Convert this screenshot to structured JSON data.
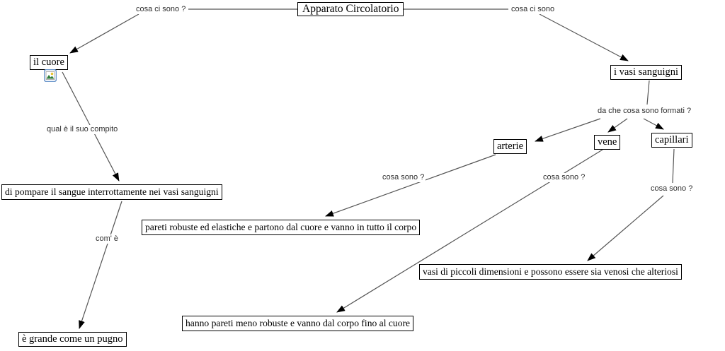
{
  "map_title": "Apparato Circolatorio",
  "nodes": {
    "apparato": "Apparato Circolatorio",
    "cuore": "il cuore",
    "vasi": "i vasi sanguigni",
    "arterie": "arterie",
    "vene": "vene",
    "capillari": "capillari",
    "compito": "di pompare il sangue interrottamente nei vasi sanguigni",
    "arterie_desc": "pareti robuste ed elastiche e partono dal cuore e vanno in tutto il corpo",
    "capillari_desc": "vasi di piccoli dimensioni e possono essere sia venosi che alteriosi",
    "vene_desc": "hanno pareti meno robuste e vanno dal corpo fino al cuore",
    "pugno": "è grande come un pugno"
  },
  "links": {
    "cosa_ci_sono_sx": "cosa ci sono ?",
    "cosa_ci_sono_dx": "cosa ci sono",
    "qual_compito": "qual è il suo compito",
    "formati": "da che cosa sono formati ?",
    "cosa_sono_arterie": "cosa sono ?",
    "cosa_sono_vene": "cosa sono ?",
    "cosa_sono_capillari": "cosa sono ?",
    "com_e": "com' è"
  },
  "icons": {
    "cuore_resource": "image-resource-icon"
  },
  "colors": {
    "line": "#555555",
    "arrow": "#000000",
    "node_border": "#000000",
    "node_text": "#000000",
    "label_text": "#2e2e2e",
    "resource_icon_border": "#6b96cb"
  }
}
